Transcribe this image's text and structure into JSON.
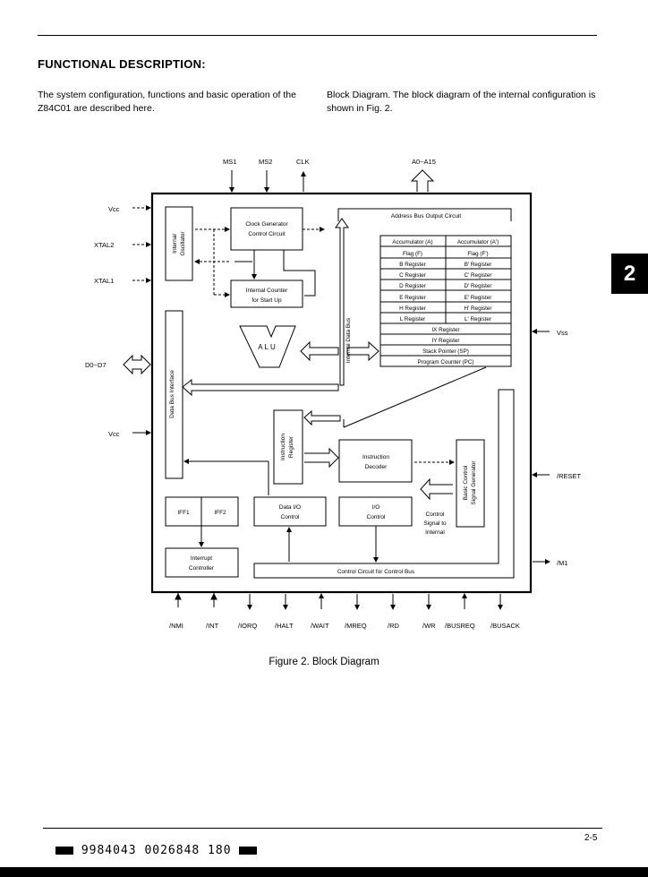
{
  "heading": "FUNCTIONAL DESCRIPTION:",
  "intro_left": "The system configuration, functions and basic operation of the Z84C01 are described here.",
  "intro_right_lead": "Block Diagram.",
  "intro_right_rest": " The block diagram of the internal configuration is shown in Fig. 2.",
  "side_tab": "2",
  "diagram": {
    "top_pins": {
      "ms1": "MS1",
      "ms2": "MS2",
      "clk": "CLK",
      "addr": "A0~A15"
    },
    "left_pins": {
      "vcc1": "Vcc",
      "xtal2": "XTAL2",
      "xtal1": "XTAL1",
      "data": "D0~D7",
      "vcc2": "Vcc"
    },
    "right_pins": {
      "vss": "Vss",
      "reset": "/RESET",
      "m1": "/M1"
    },
    "bottom_pins": [
      "/NMI",
      "/INT",
      "/IORQ",
      "/HALT",
      "/WAIT",
      "/MREQ",
      "/RD",
      "/WR",
      "/BUSREQ",
      "/BUSACK"
    ],
    "blocks": {
      "oscillator": [
        "Internal",
        "Oscillator"
      ],
      "clock_gen": [
        "Clock Generator",
        "Control Circuit"
      ],
      "counter": [
        "Internal Counter",
        "for Start Up"
      ],
      "addr_bus": "Address Bus Output Circuit",
      "alu": "ALU",
      "internal_data_bus": "Internal Data Bus",
      "data_bus_interface": "Data Bus Interface",
      "instr_register": [
        "Instruction",
        "Register"
      ],
      "instr_decoder": [
        "Instruction",
        "Decoder"
      ],
      "basic_control": [
        "Basic Control",
        "Signal Generator"
      ],
      "iff1": "IFF1",
      "iff2": "IFF2",
      "data_io": [
        "Data I/O",
        "Control"
      ],
      "io_control": [
        "I/O",
        "Control"
      ],
      "control_signal": [
        "Control",
        "Signal to",
        "Internal"
      ],
      "interrupt": [
        "Interrupt",
        "Controller"
      ],
      "control_bus": "Control Circuit for Control Bus"
    },
    "registers": {
      "pairs": [
        [
          "Accumulator (A)",
          "Accumulator (A')"
        ],
        [
          "Flag (F)",
          "Flag (F')"
        ],
        [
          "B Register",
          "B' Register"
        ],
        [
          "C Register",
          "C' Register"
        ],
        [
          "D Register",
          "D' Register"
        ],
        [
          "E Register",
          "E' Register"
        ],
        [
          "H Register",
          "H' Register"
        ],
        [
          "L Register",
          "L' Register"
        ]
      ],
      "singles": [
        "IX Register",
        "IY Register",
        "Stack Pointer (SP)",
        "Program Counter (PC)"
      ]
    }
  },
  "caption": "Figure 2.  Block Diagram",
  "page_number": "2-5",
  "barcode_text": "9984043 0026848 180"
}
